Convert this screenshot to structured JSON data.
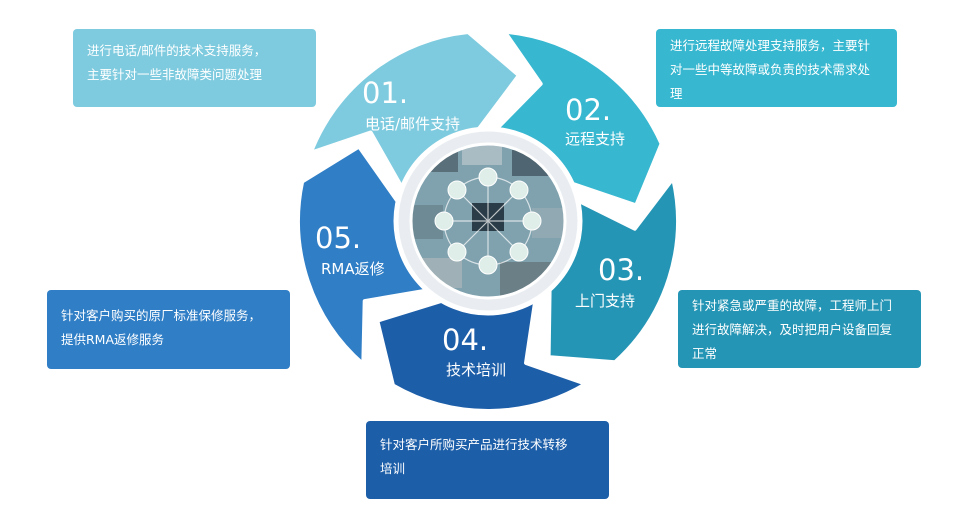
{
  "colors": {
    "s01": "#7ecbdf",
    "s02": "#37b7d0",
    "s03": "#2595b5",
    "s04": "#1d5ea9",
    "s05": "#2f7ec6",
    "ring": "#e9edf1",
    "hub_bg": "#7fa2ae"
  },
  "segments": [
    {
      "num": "01.",
      "name": "电话/邮件支持",
      "desc": [
        "进行电话/邮件的技术支持服务，",
        "主要针对一些非故障类问题处理"
      ]
    },
    {
      "num": "02.",
      "name": "远程支持",
      "desc": [
        "进行远程故障处理支持服务，主要针",
        "对一些中等故障或负责的技术需求处",
        "理"
      ]
    },
    {
      "num": "03.",
      "name": "上门支持",
      "desc": [
        "针对紧急或严重的故障，工程师上门",
        "进行故障解决，及时把用户设备回复",
        "正常"
      ]
    },
    {
      "num": "04.",
      "name": "技术培训",
      "desc": [
        "针对客户所购买产品进行技术转移",
        "培训"
      ]
    },
    {
      "num": "05.",
      "name": "RMA返修",
      "desc": [
        "针对客户购买的原厂标准保修服务，",
        "提供RMA返修服务"
      ]
    }
  ]
}
